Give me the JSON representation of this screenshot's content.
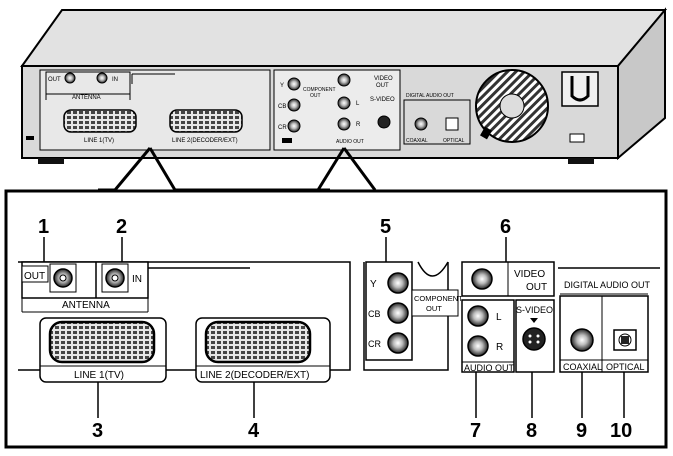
{
  "top_panel": {
    "antenna_out": "OUT",
    "antenna_in": "IN",
    "antenna_label": "ANTENNA",
    "line1": "LINE 1(TV)",
    "line2": "LINE 2(DECODER/EXT)",
    "component_out": [
      "COMPONENT",
      "OUT"
    ],
    "y": "Y",
    "cb": "CB",
    "cr": "CR",
    "video_out": [
      "VIDEO",
      "OUT"
    ],
    "l": "L",
    "r": "R",
    "s_video": "S-VIDEO",
    "audio_out": "AUDIO OUT",
    "digital_audio_out": "DIGITAL AUDIO OUT",
    "coaxial": "COAXIAL",
    "optical": "OPTICAL"
  },
  "detail_panel": {
    "antenna_out": "OUT",
    "antenna_in": "IN",
    "antenna_label": "ANTENNA",
    "line1": "LINE 1(TV)",
    "line2": "LINE 2(DECODER/EXT)",
    "y": "Y",
    "cb": "CB",
    "cr": "CR",
    "component_out": [
      "COMPONENT",
      "OUT"
    ],
    "video_out": [
      "VIDEO",
      "OUT"
    ],
    "l": "L",
    "r": "R",
    "audio_out": "AUDIO OUT",
    "s_video": "S-VIDEO",
    "digital_audio_out": "DIGITAL AUDIO OUT",
    "coaxial": "COAXIAL",
    "optical": "OPTICAL"
  },
  "callouts": [
    "1",
    "2",
    "3",
    "4",
    "5",
    "6",
    "7",
    "8",
    "9",
    "10"
  ]
}
